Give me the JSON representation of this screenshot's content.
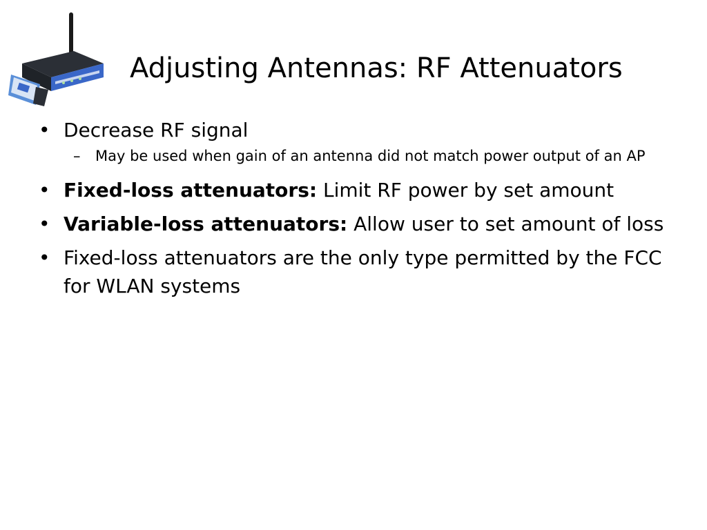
{
  "slide": {
    "title": "Adjusting Antennas: RF Attenuators",
    "bullet_marker": "•",
    "sub_marker": "–",
    "bullets": [
      {
        "text": "Decrease RF signal"
      },
      {
        "sub": "May be used when gain of an antenna did not match power output of an AP"
      },
      {
        "bold": "Fixed-loss attenuators:",
        "text": " Limit RF power by set amount"
      },
      {
        "bold": "Variable-loss attenuators:",
        "text": " Allow user to set amount of loss"
      },
      {
        "text": "Fixed-loss attenuators are the only type permitted by the FCC for WLAN systems"
      }
    ]
  },
  "logo": {
    "icon": "wireless-router-icon",
    "colors": {
      "router_body": "#2b2f36",
      "router_blue": "#3a67c8",
      "antenna": "#1a1a1a",
      "card": "#5a8fd8"
    }
  }
}
